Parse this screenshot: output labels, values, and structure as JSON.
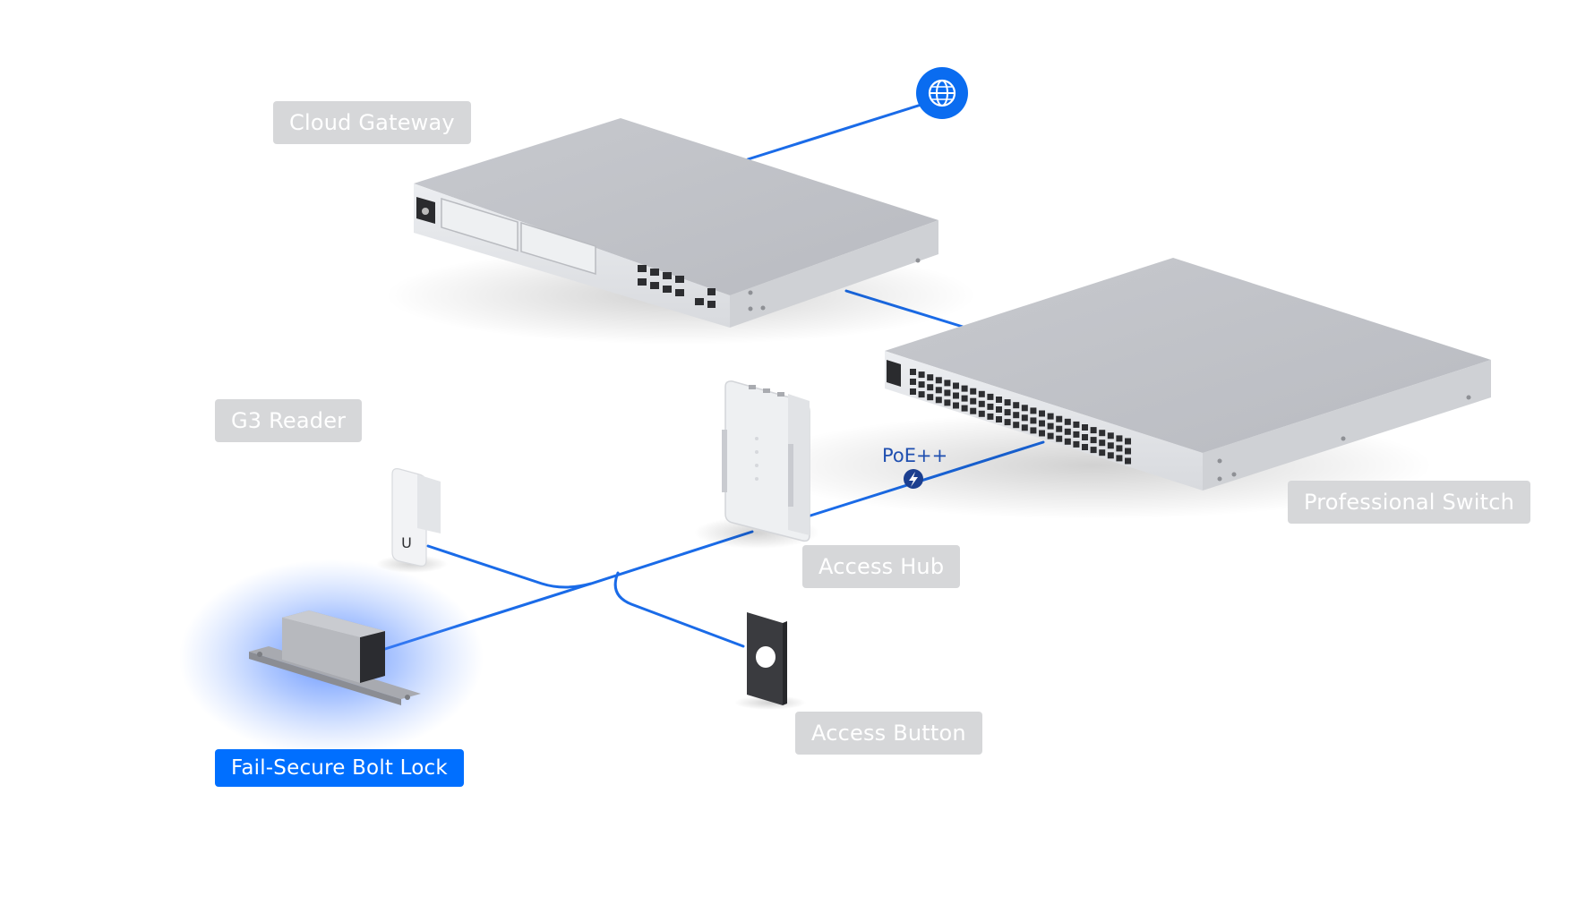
{
  "labels": {
    "cloud_gateway": "Cloud Gateway",
    "g3_reader": "G3 Reader",
    "access_hub": "Access Hub",
    "professional_switch": "Professional Switch",
    "access_button": "Access Button",
    "fail_secure_bolt_lock": "Fail-Secure Bolt Lock"
  },
  "poe_label": "PoE++",
  "highlighted_device": "Fail-Secure Bolt Lock",
  "icons": {
    "internet": "globe-icon",
    "poe": "lightning-icon",
    "reader_logo": "ubiquiti-logo-icon"
  },
  "colors": {
    "connection_line": "#1a6be8",
    "active_label": "#006fff",
    "inactive_label": "#d6d7d9",
    "globe_badge": "#0a6cf0",
    "poe_badge": "#1c3f8f"
  }
}
